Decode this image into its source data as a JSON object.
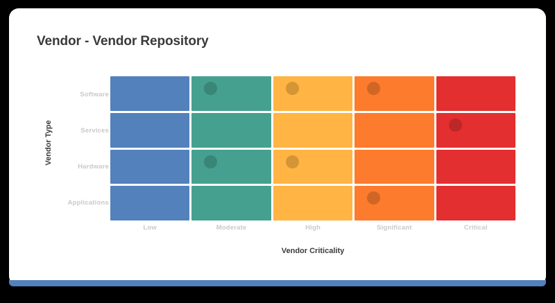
{
  "card": {
    "title": "Vendor - Vendor Repository",
    "accent_color": "#5281BC",
    "background": "#FFFFFF",
    "page_background": "#000000"
  },
  "chart_data": {
    "type": "heatmap",
    "title": "Vendor - Vendor Repository",
    "xlabel": "Vendor Criticality",
    "ylabel": "Vendor Type",
    "categories_x": [
      "Low",
      "Moderate",
      "High",
      "Significant",
      "Critical"
    ],
    "categories_y": [
      "Software",
      "Services",
      "Hardware",
      "Applications"
    ],
    "column_colors": [
      "#5281BC",
      "#45A08F",
      "#FFB443",
      "#FC7B2C",
      "#E32F30"
    ],
    "grid": true,
    "legend": "none",
    "marker": {
      "shape": "circle",
      "color": "rgba(0,0,0,0.17)",
      "meaning": "vendor-count-marker"
    },
    "cells": [
      {
        "row": "Software",
        "col": "Low",
        "marker": false,
        "color": "#5281BC"
      },
      {
        "row": "Software",
        "col": "Moderate",
        "marker": true,
        "color": "#45A08F"
      },
      {
        "row": "Software",
        "col": "High",
        "marker": true,
        "color": "#FFB443"
      },
      {
        "row": "Software",
        "col": "Significant",
        "marker": true,
        "color": "#FC7B2C"
      },
      {
        "row": "Software",
        "col": "Critical",
        "marker": false,
        "color": "#E32F30"
      },
      {
        "row": "Services",
        "col": "Low",
        "marker": false,
        "color": "#5281BC"
      },
      {
        "row": "Services",
        "col": "Moderate",
        "marker": false,
        "color": "#45A08F"
      },
      {
        "row": "Services",
        "col": "High",
        "marker": false,
        "color": "#FFB443"
      },
      {
        "row": "Services",
        "col": "Significant",
        "marker": false,
        "color": "#FC7B2C"
      },
      {
        "row": "Services",
        "col": "Critical",
        "marker": true,
        "color": "#E32F30"
      },
      {
        "row": "Hardware",
        "col": "Low",
        "marker": false,
        "color": "#5281BC"
      },
      {
        "row": "Hardware",
        "col": "Moderate",
        "marker": true,
        "color": "#45A08F"
      },
      {
        "row": "Hardware",
        "col": "High",
        "marker": true,
        "color": "#FFB443"
      },
      {
        "row": "Hardware",
        "col": "Significant",
        "marker": false,
        "color": "#FC7B2C"
      },
      {
        "row": "Hardware",
        "col": "Critical",
        "marker": false,
        "color": "#E32F30"
      },
      {
        "row": "Applications",
        "col": "Low",
        "marker": false,
        "color": "#5281BC"
      },
      {
        "row": "Applications",
        "col": "Moderate",
        "marker": false,
        "color": "#45A08F"
      },
      {
        "row": "Applications",
        "col": "High",
        "marker": false,
        "color": "#FFB443"
      },
      {
        "row": "Applications",
        "col": "Significant",
        "marker": true,
        "color": "#FC7B2C"
      },
      {
        "row": "Applications",
        "col": "Critical",
        "marker": false,
        "color": "#E32F30"
      }
    ],
    "values": [
      [
        0,
        1,
        1,
        1,
        0
      ],
      [
        0,
        0,
        0,
        0,
        1
      ],
      [
        0,
        1,
        1,
        0,
        0
      ],
      [
        0,
        0,
        0,
        1,
        0
      ]
    ]
  }
}
